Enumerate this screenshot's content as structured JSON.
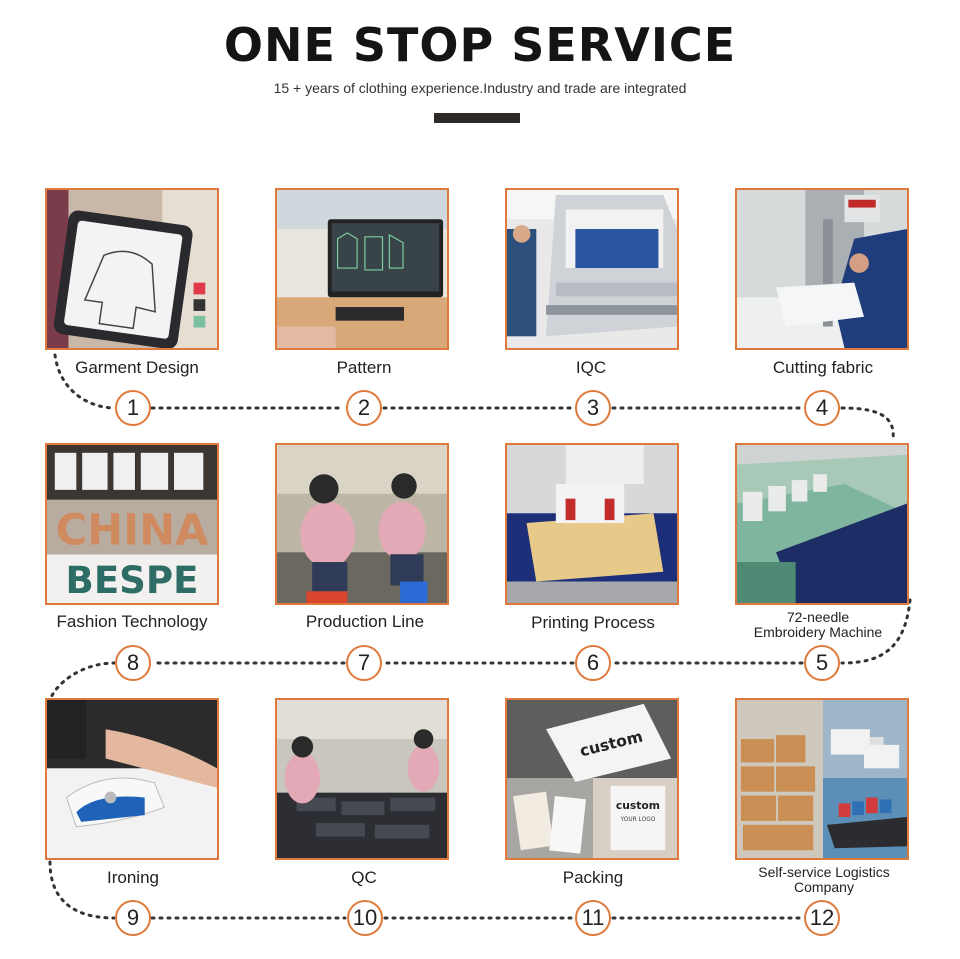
{
  "header": {
    "title": "ONE STOP SERVICE",
    "subtitle": "15 + years of clothing experience.Industry and trade are integrated"
  },
  "accent_color": "#e07a3c",
  "steps": [
    {
      "number": "1",
      "label": "Garment Design"
    },
    {
      "number": "2",
      "label": "Pattern"
    },
    {
      "number": "3",
      "label": "IQC"
    },
    {
      "number": "4",
      "label": "Cutting fabric"
    },
    {
      "number": "5",
      "label_line1": "72-needle",
      "label_line2": "Embroidery Machine"
    },
    {
      "number": "6",
      "label": "Printing Process"
    },
    {
      "number": "7",
      "label": "Production Line"
    },
    {
      "number": "8",
      "label": "Fashion Technology"
    },
    {
      "number": "9",
      "label": "Ironing"
    },
    {
      "number": "10",
      "label": "QC"
    },
    {
      "number": "11",
      "label": "Packing"
    },
    {
      "number": "12",
      "label_line1": "Self-service Logistics",
      "label_line2": "Company"
    }
  ],
  "photo_text": {
    "tag_brand": "custom",
    "tag_sub": "YOUR LOGO",
    "patch_word_1": "CHINA",
    "patch_word_2": "BESPE"
  }
}
